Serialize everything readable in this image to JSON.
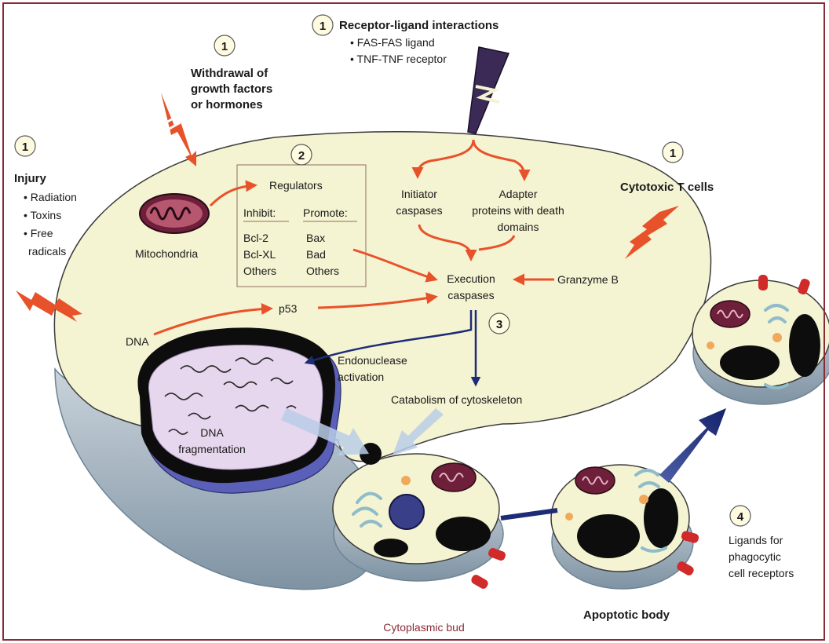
{
  "steps": {
    "injury": "1",
    "withdrawal": "1",
    "receptor": "1",
    "cytotoxic": "1",
    "regulators": "2",
    "execution": "3",
    "ligands": "4"
  },
  "injury": {
    "title": "Injury",
    "items": [
      "• Radiation",
      "• Toxins",
      "• Free",
      "radicals"
    ]
  },
  "withdrawal": {
    "lines": [
      "Withdrawal of",
      "growth factors",
      "or hormones"
    ]
  },
  "receptor": {
    "title": "Receptor-ligand interactions",
    "items": [
      "• FAS-FAS ligand",
      "• TNF-TNF receptor"
    ]
  },
  "cytotoxic": {
    "title": "Cytotoxic T cells"
  },
  "regulators": {
    "title": "Regulators",
    "inhibit_header": "Inhibit:",
    "promote_header": "Promote:",
    "inhibit": [
      "Bcl-2",
      "Bcl-XL",
      "Others"
    ],
    "promote": [
      "Bax",
      "Bad",
      "Others"
    ]
  },
  "labels": {
    "mitochondria": "Mitochondria",
    "initiator": [
      "Initiator",
      "caspases"
    ],
    "adapter": [
      "Adapter",
      "proteins with death",
      "domains"
    ],
    "execution": [
      "Execution",
      "caspases"
    ],
    "granzyme": "Granzyme B",
    "p53": "p53",
    "dna": "DNA",
    "endonuclease": [
      "Endonuclease",
      "activation"
    ],
    "catabolism": "Catabolism of cytoskeleton",
    "dna_frag": [
      "DNA",
      "fragmentation"
    ],
    "cytoplasmic_bud": "Cytoplasmic bud",
    "apoptotic_body": "Apoptotic body",
    "ligands": [
      "Ligands for",
      "phagocytic",
      "cell receptors"
    ]
  },
  "colors": {
    "arrow_orange": "#e8522a",
    "arrow_blue": "#1e2c78",
    "cell_fill": "#f4f3d2",
    "cell_edge": "#9fb0bd",
    "bud_maroon": "#8a2a36"
  }
}
